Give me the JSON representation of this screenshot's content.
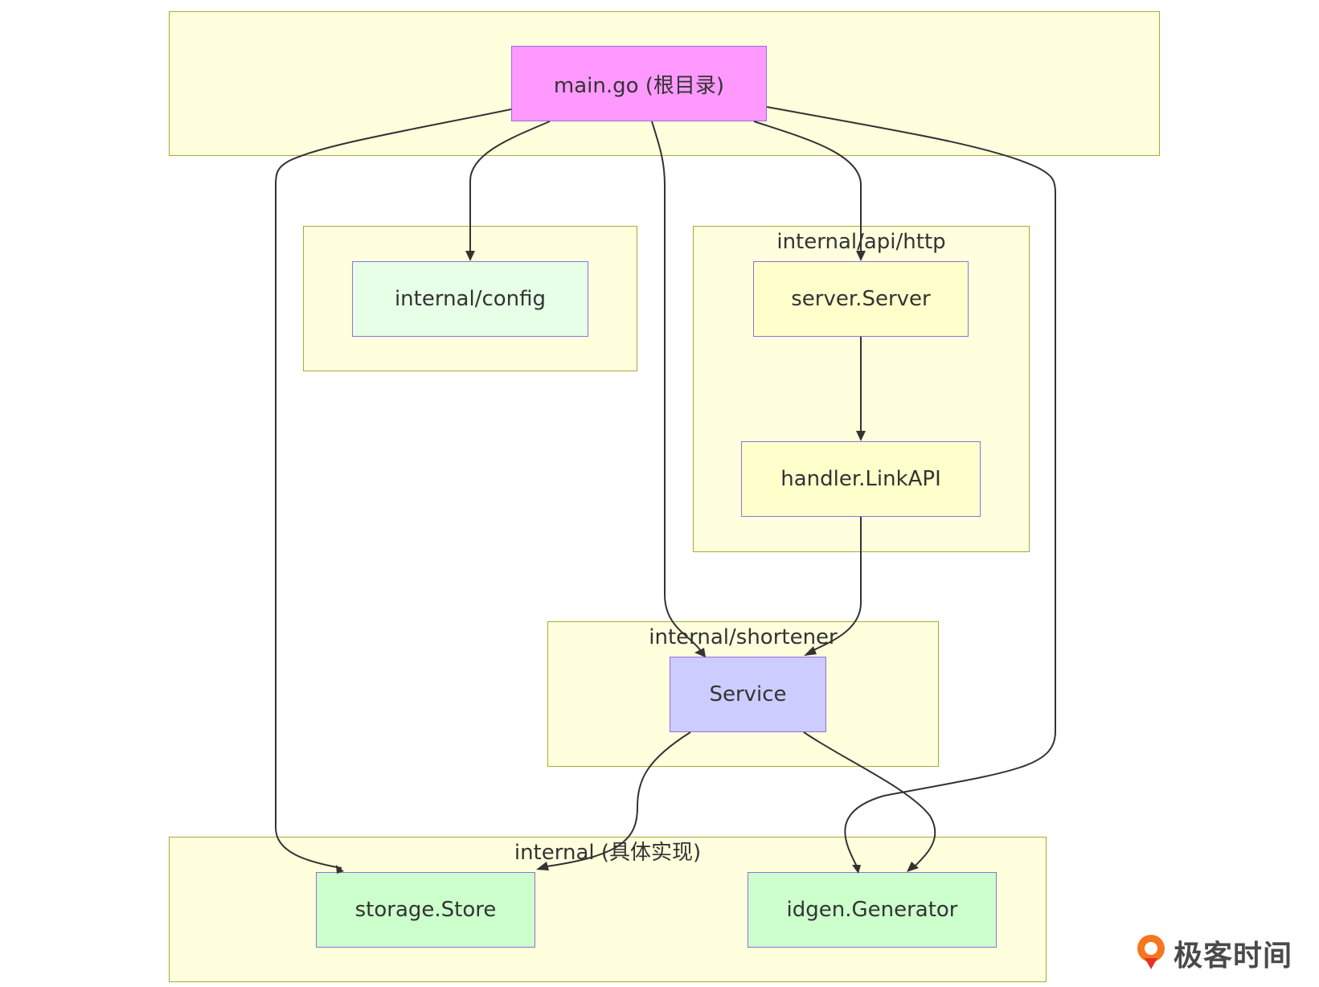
{
  "clusters": {
    "root": {
      "label": ""
    },
    "config_group": {
      "label": ""
    },
    "api_http": {
      "label": "internal/api/http"
    },
    "shortener": {
      "label": "internal/shortener"
    },
    "internal_impl": {
      "label": "internal (具体实现)"
    }
  },
  "nodes": {
    "main": {
      "label": "main.go (根目录)"
    },
    "config": {
      "label": "internal/config"
    },
    "server": {
      "label": "server.Server"
    },
    "handler": {
      "label": "handler.LinkAPI"
    },
    "service": {
      "label": "Service"
    },
    "store": {
      "label": "storage.Store"
    },
    "idgen": {
      "label": "idgen.Generator"
    }
  },
  "edges": [
    {
      "from": "main.go (根目录)",
      "to": "internal/config"
    },
    {
      "from": "main.go (根目录)",
      "to": "server.Server"
    },
    {
      "from": "main.go (根目录)",
      "to": "Service"
    },
    {
      "from": "main.go (根目录)",
      "to": "storage.Store"
    },
    {
      "from": "main.go (根目录)",
      "to": "idgen.Generator"
    },
    {
      "from": "server.Server",
      "to": "handler.LinkAPI"
    },
    {
      "from": "handler.LinkAPI",
      "to": "Service"
    },
    {
      "from": "Service",
      "to": "storage.Store"
    },
    {
      "from": "Service",
      "to": "idgen.Generator"
    }
  ],
  "colors": {
    "cluster_fill": "#ffffde",
    "cluster_border": "#aaaa33",
    "node_border": "#9370db",
    "main_fill": "#ff99ff",
    "config_fill": "#e6ffe6",
    "api_fill": "#ffffcc",
    "service_fill": "#ccccff",
    "impl_fill": "#ccffcc",
    "edge": "#333333"
  },
  "watermark": {
    "text": "极客时间",
    "icon": "geektime-logo-icon"
  }
}
